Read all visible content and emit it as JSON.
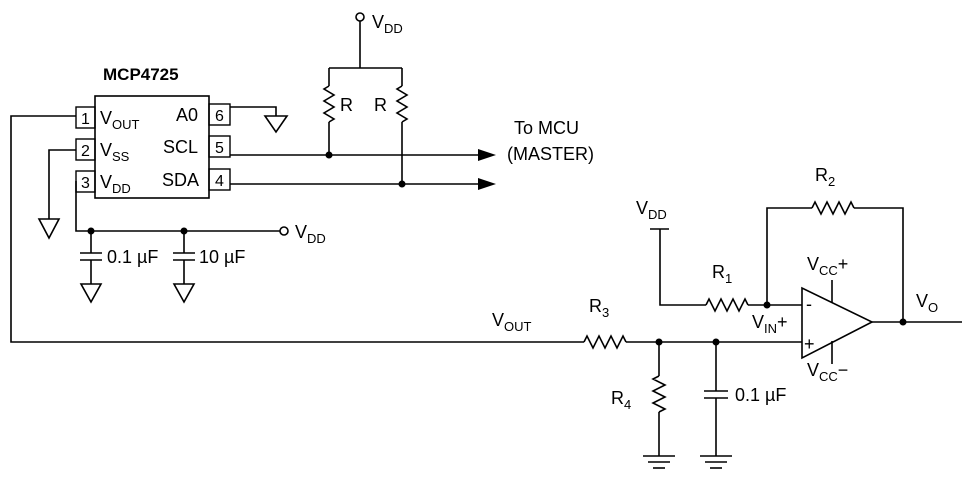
{
  "chip": {
    "name": "MCP4725",
    "pins": [
      {
        "num": "1",
        "name": "V",
        "sub": "OUT"
      },
      {
        "num": "2",
        "name": "V",
        "sub": "SS"
      },
      {
        "num": "3",
        "name": "V",
        "sub": "DD"
      },
      {
        "num": "6",
        "name": "A0"
      },
      {
        "num": "5",
        "name": "SCL"
      },
      {
        "num": "4",
        "name": "SDA"
      }
    ]
  },
  "labels": {
    "vdd_main": "V",
    "vdd_main_sub": "DD",
    "vdd_supply": "V",
    "vdd_supply_sub": "DD",
    "vdd_amp": "V",
    "vdd_amp_sub": "DD",
    "pullup_r1": "R",
    "pullup_r2": "R",
    "mcu_line1": "To MCU",
    "mcu_line2": "(MASTER)",
    "cap1": "0.1 µF",
    "cap2": "10 µF",
    "cap3": "0.1 µF",
    "r1": "R",
    "r1_sub": "1",
    "r2": "R",
    "r2_sub": "2",
    "r3": "R",
    "r3_sub": "3",
    "r4": "R",
    "r4_sub": "4",
    "vout": "V",
    "vout_sub": "OUT",
    "vin": "V",
    "vin_sub": "IN",
    "vin_sign": "+",
    "vcc_pos": "V",
    "vcc_pos_sub": "CC",
    "vcc_pos_sign": "+",
    "vcc_neg": "V",
    "vcc_neg_sub": "CC",
    "vcc_neg_sign": "−",
    "vo": "V",
    "vo_sub": "O",
    "opamp_minus": "-",
    "opamp_plus": "+"
  }
}
